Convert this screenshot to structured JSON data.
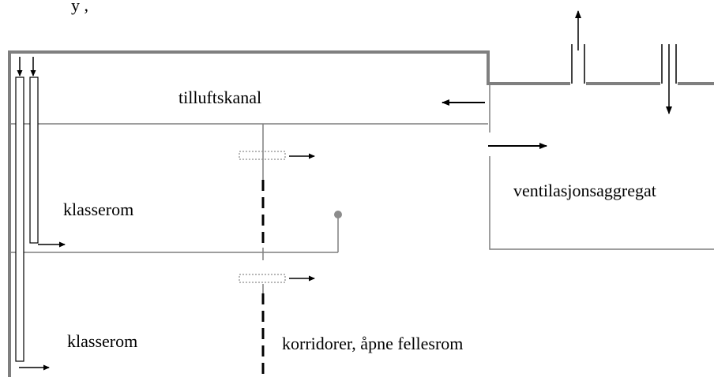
{
  "header": {
    "partial_text": "y                  , "
  },
  "labels": {
    "supply_duct": "tilluftskanal",
    "ventilation_unit": "ventilasjonsaggregat",
    "classroom_upper": "klasserom",
    "classroom_lower": "klasserom",
    "corridor": "korridorer, åpne fellesrom"
  },
  "colors": {
    "wall": "#7f7f7f",
    "line": "#7f7f7f",
    "arrow": "#000000",
    "valve": "#9a9a9a"
  }
}
